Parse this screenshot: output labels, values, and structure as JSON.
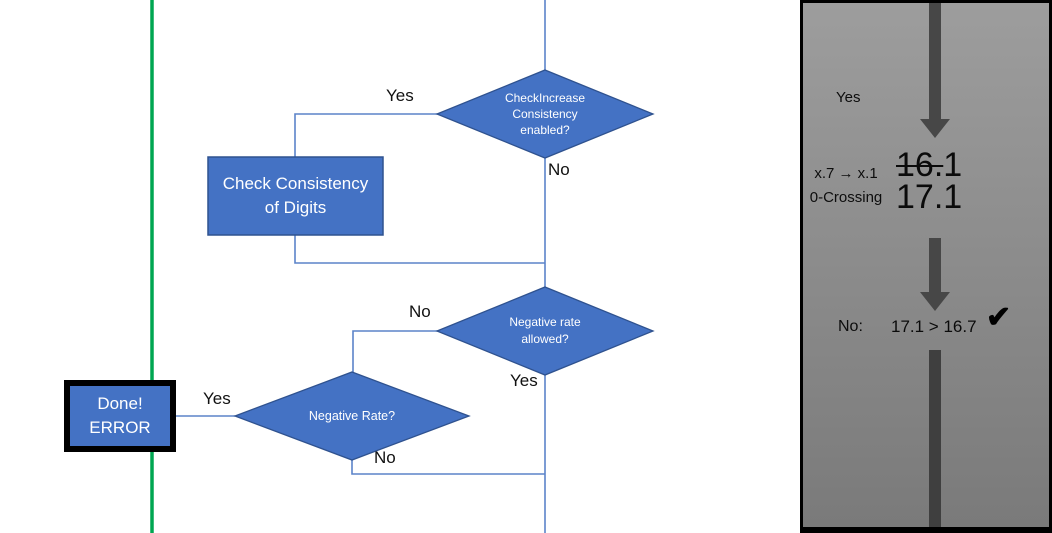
{
  "flowchart": {
    "diamond_check_increase": {
      "lines": [
        "CheckIncrease",
        "Consistency",
        "enabled?"
      ]
    },
    "rect_check_consistency": {
      "lines": [
        "Check Consistency",
        "of Digits"
      ]
    },
    "diamond_negative_allowed": {
      "lines": [
        "Negative rate",
        "allowed?"
      ]
    },
    "diamond_negative_rate": {
      "lines": [
        "Negative Rate?"
      ]
    },
    "done_box": {
      "lines": [
        "Done!",
        "ERROR"
      ]
    },
    "labels": {
      "yes_top": "Yes",
      "no_top": "No",
      "no_mid": "No",
      "yes_mid": "Yes",
      "yes_done": "Yes",
      "no_bottom": "No"
    }
  },
  "panel": {
    "yes_label": "Yes",
    "note_line1": "x.7 → x.1",
    "note_line2": "0-Crossing",
    "old_value_struck": "16.",
    "old_value_rest": "1",
    "new_value": "17.1",
    "result_prefix": "No:",
    "result_comparison": "17.1 > 16.7",
    "check_icon": "✔"
  },
  "colors": {
    "shape_blue": "#4472C4",
    "shape_border_blue": "#2F528F",
    "connector_blue": "#5B83C9",
    "green_line": "#00A651",
    "arrow_gray": "#474747",
    "panel_gray_top": "#9D9D9D",
    "panel_gray_bottom": "#7A7A7A",
    "panel_frame": "#000000"
  }
}
